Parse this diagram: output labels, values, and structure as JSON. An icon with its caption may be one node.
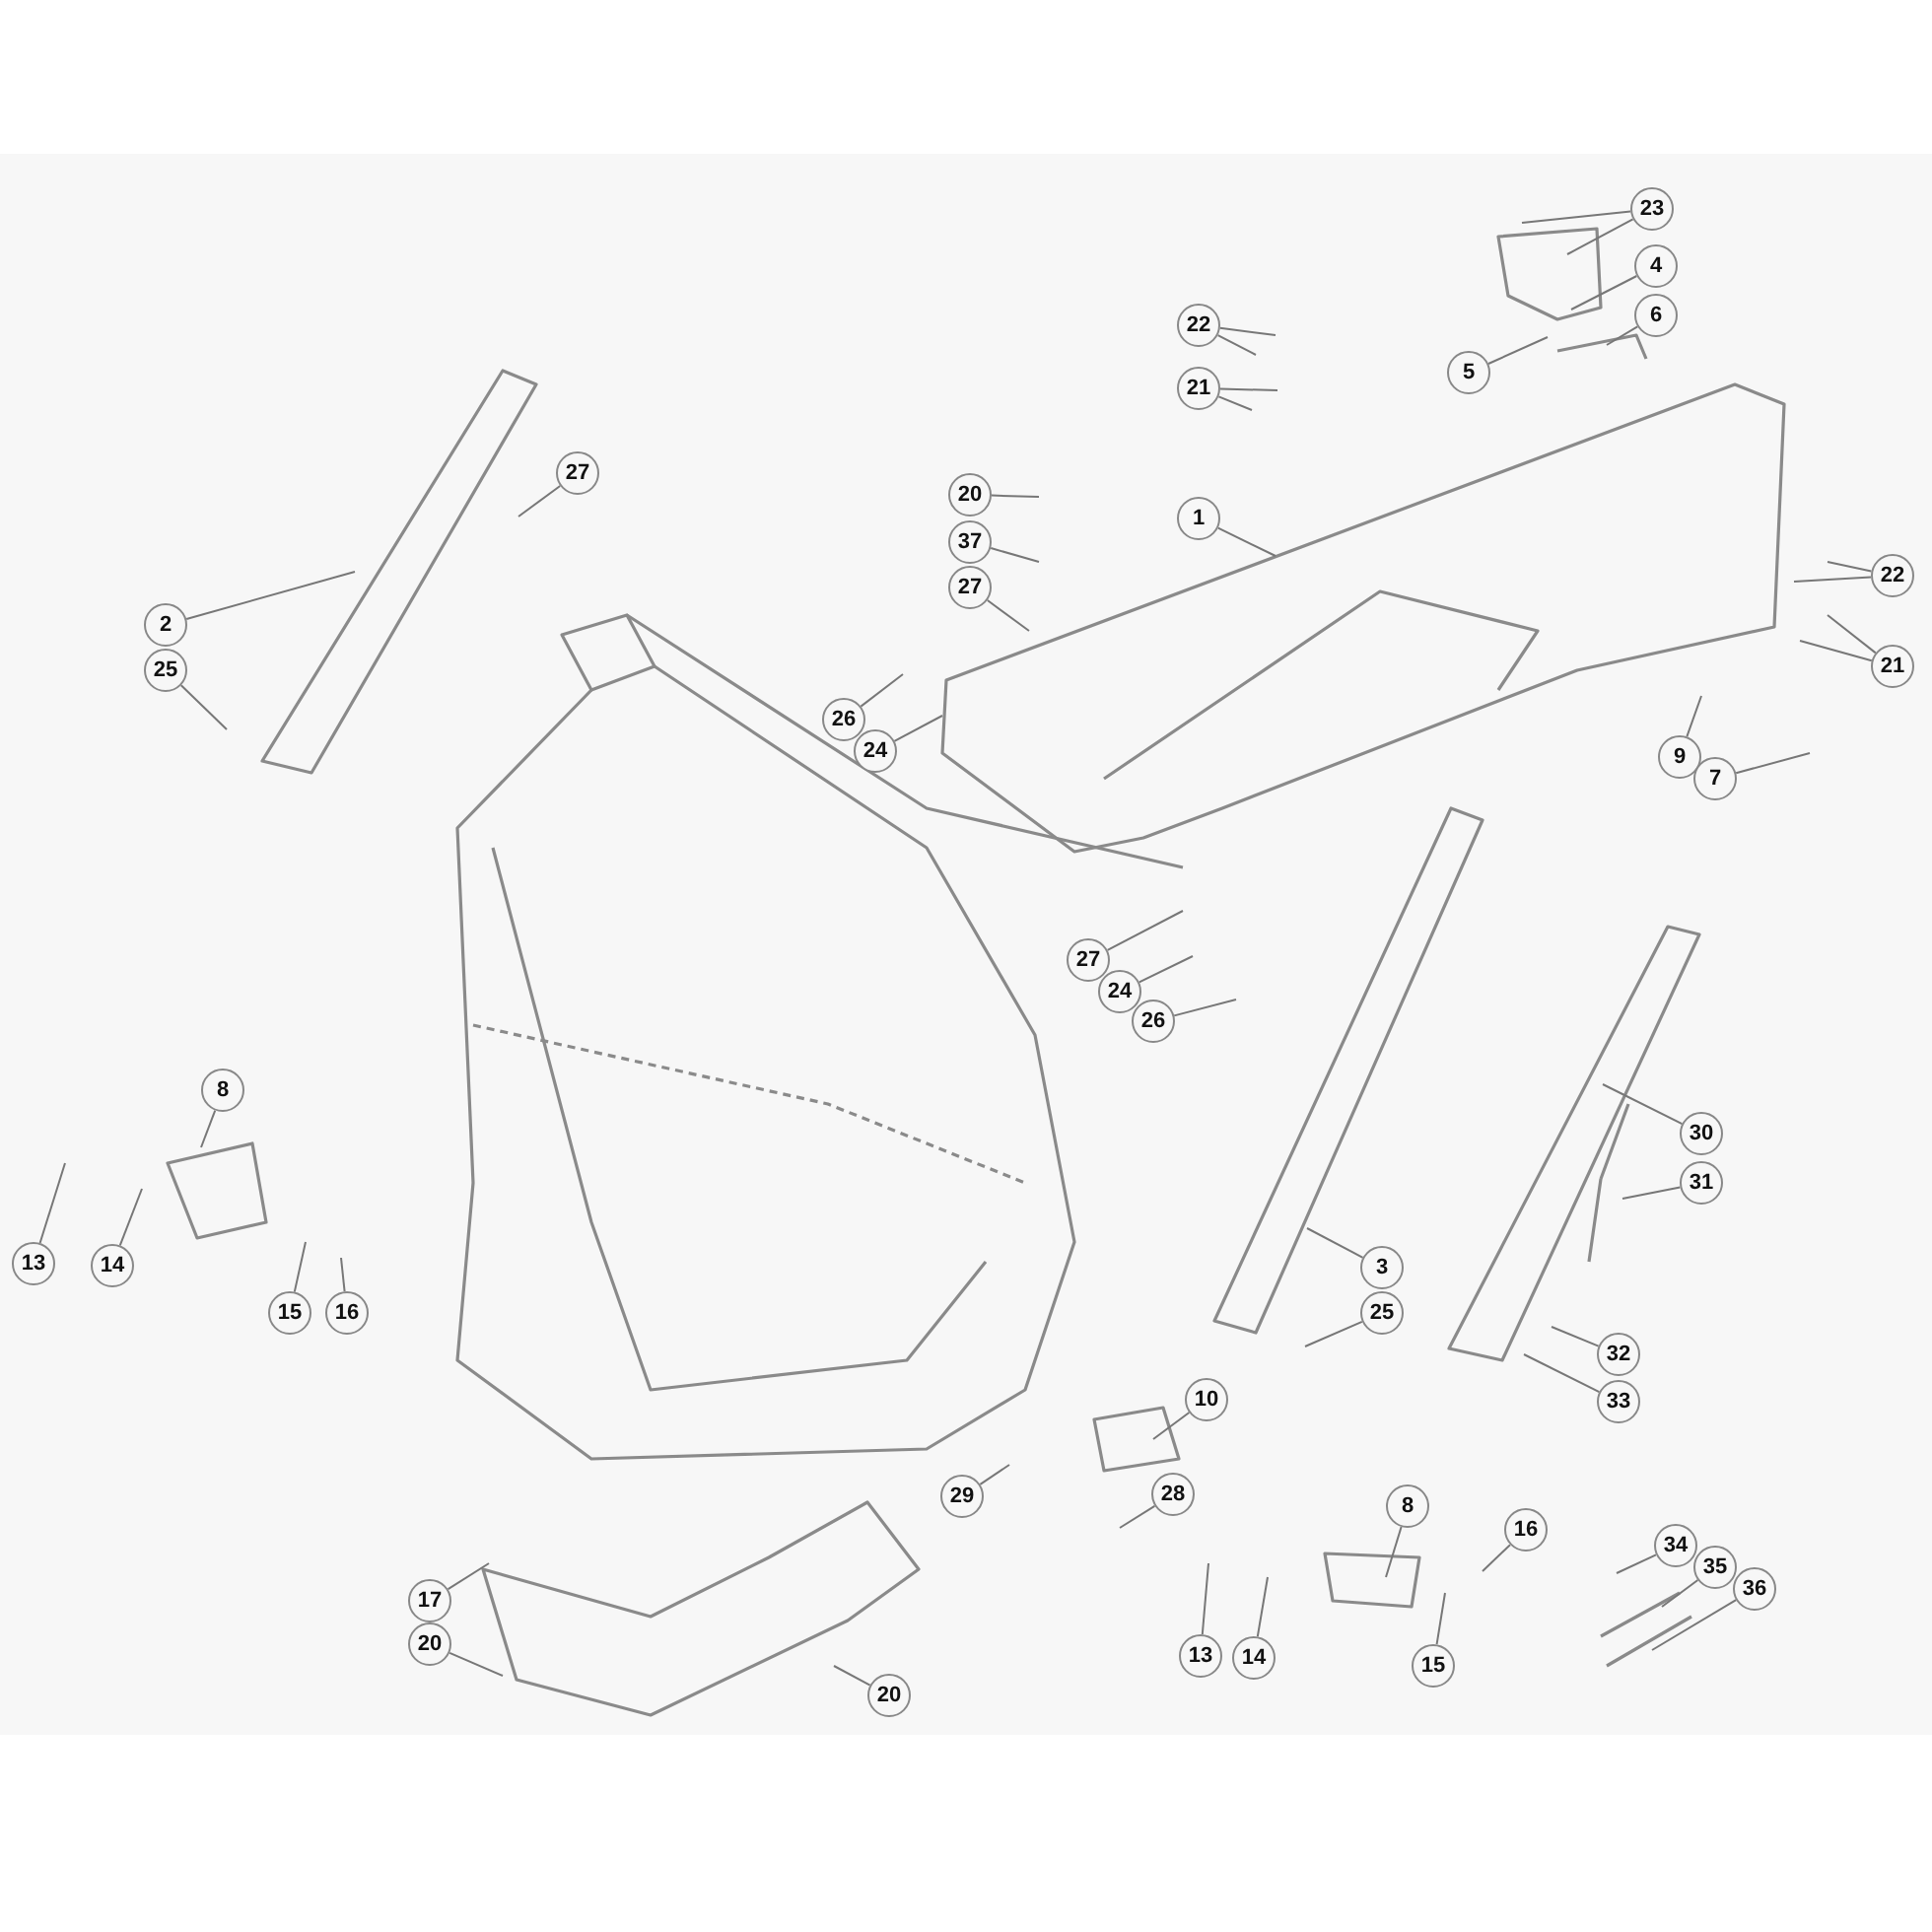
{
  "diagram": {
    "nodes": [
      {
        "text": [
          "23"
        ]
      },
      {
        "text": [
          "4"
        ]
      },
      {
        "text": [
          "6"
        ]
      },
      {
        "text": [
          "22"
        ]
      },
      {
        "text": [
          "5"
        ]
      },
      {
        "text": [
          "21"
        ]
      },
      {
        "text": [
          "27"
        ]
      },
      {
        "text": [
          "20"
        ]
      },
      {
        "text": [
          "1"
        ]
      },
      {
        "text": [
          "37"
        ]
      },
      {
        "text": [
          "22"
        ]
      },
      {
        "text": [
          "27"
        ]
      },
      {
        "text": [
          "2"
        ]
      },
      {
        "text": [
          "21"
        ]
      },
      {
        "text": [
          "25"
        ]
      },
      {
        "text": [
          "26"
        ]
      },
      {
        "text": [
          "24"
        ]
      },
      {
        "text": [
          "9"
        ]
      },
      {
        "text": [
          "7"
        ]
      },
      {
        "text": [
          "27"
        ]
      },
      {
        "text": [
          "24"
        ]
      },
      {
        "text": [
          "26"
        ]
      },
      {
        "text": [
          "8"
        ]
      },
      {
        "text": [
          "30"
        ]
      },
      {
        "text": [
          "31"
        ]
      },
      {
        "text": [
          "13"
        ]
      },
      {
        "text": [
          "14"
        ]
      },
      {
        "text": [
          "3"
        ]
      },
      {
        "text": [
          "15"
        ]
      },
      {
        "text": [
          "16"
        ]
      },
      {
        "text": [
          "25"
        ]
      },
      {
        "text": [
          "32"
        ]
      },
      {
        "text": [
          "10"
        ]
      },
      {
        "text": [
          "33"
        ]
      },
      {
        "text": [
          "28"
        ]
      },
      {
        "text": [
          "29"
        ]
      },
      {
        "text": [
          "8"
        ]
      },
      {
        "text": [
          "16"
        ]
      },
      {
        "text": [
          "34"
        ]
      },
      {
        "text": [
          "35"
        ]
      },
      {
        "text": [
          "36"
        ]
      },
      {
        "text": [
          "17"
        ]
      },
      {
        "text": [
          "20"
        ]
      },
      {
        "text": [
          "13"
        ]
      },
      {
        "text": [
          "14"
        ]
      },
      {
        "text": [
          "15"
        ]
      },
      {
        "text": [
          "20"
        ]
      }
    ],
    "edges": [
      {
        "from": 0,
        "to": null,
        "arrow": "none"
      },
      {
        "from": 0,
        "to": null,
        "arrow": "none"
      },
      {
        "from": 1,
        "to": null,
        "arrow": "none"
      },
      {
        "from": 2,
        "to": null,
        "arrow": "none"
      },
      {
        "from": 3,
        "to": null,
        "arrow": "none"
      },
      {
        "from": 3,
        "to": null,
        "arrow": "none"
      },
      {
        "from": 4,
        "to": null,
        "arrow": "none"
      },
      {
        "from": 5,
        "to": null,
        "arrow": "none"
      },
      {
        "from": 5,
        "to": null,
        "arrow": "none"
      },
      {
        "from": 6,
        "to": null,
        "arrow": "none"
      },
      {
        "from": 7,
        "to": null,
        "arrow": "none"
      },
      {
        "from": 8,
        "to": null,
        "arrow": "none"
      },
      {
        "from": 9,
        "to": null,
        "arrow": "none"
      },
      {
        "from": 10,
        "to": null,
        "arrow": "none"
      },
      {
        "from": 10,
        "to": null,
        "arrow": "none"
      },
      {
        "from": 11,
        "to": null,
        "arrow": "none"
      },
      {
        "from": 12,
        "to": null,
        "arrow": "none"
      },
      {
        "from": 13,
        "to": null,
        "arrow": "none"
      },
      {
        "from": 13,
        "to": null,
        "arrow": "none"
      },
      {
        "from": 14,
        "to": null,
        "arrow": "none"
      },
      {
        "from": 15,
        "to": null,
        "arrow": "none"
      },
      {
        "from": 16,
        "to": null,
        "arrow": "none"
      },
      {
        "from": 17,
        "to": null,
        "arrow": "none"
      },
      {
        "from": 18,
        "to": null,
        "arrow": "none"
      },
      {
        "from": 19,
        "to": null,
        "arrow": "none"
      },
      {
        "from": 20,
        "to": null,
        "arrow": "none"
      },
      {
        "from": 21,
        "to": null,
        "arrow": "none"
      },
      {
        "from": 22,
        "to": null,
        "arrow": "none"
      },
      {
        "from": 23,
        "to": null,
        "arrow": "none"
      },
      {
        "from": 24,
        "to": null,
        "arrow": "none"
      },
      {
        "from": 25,
        "to": null,
        "arrow": "none"
      },
      {
        "from": 26,
        "to": null,
        "arrow": "none"
      },
      {
        "from": 27,
        "to": null,
        "arrow": "none"
      },
      {
        "from": 28,
        "to": null,
        "arrow": "none"
      },
      {
        "from": 29,
        "to": null,
        "arrow": "none"
      },
      {
        "from": 30,
        "to": null,
        "arrow": "none"
      },
      {
        "from": 31,
        "to": null,
        "arrow": "none"
      },
      {
        "from": 32,
        "to": null,
        "arrow": "none"
      },
      {
        "from": 33,
        "to": null,
        "arrow": "none"
      },
      {
        "from": 34,
        "to": null,
        "arrow": "none"
      },
      {
        "from": 35,
        "to": null,
        "arrow": "none"
      },
      {
        "from": 36,
        "to": null,
        "arrow": "none"
      },
      {
        "from": 37,
        "to": null,
        "arrow": "none"
      },
      {
        "from": 38,
        "to": null,
        "arrow": "none"
      },
      {
        "from": 39,
        "to": null,
        "arrow": "none"
      },
      {
        "from": 40,
        "to": null,
        "arrow": "none"
      },
      {
        "from": 41,
        "to": null,
        "arrow": "none"
      },
      {
        "from": 42,
        "to": null,
        "arrow": "none"
      },
      {
        "from": 43,
        "to": null,
        "arrow": "none"
      },
      {
        "from": 44,
        "to": null,
        "arrow": "none"
      },
      {
        "from": 45,
        "to": null,
        "arrow": "none"
      },
      {
        "from": 46,
        "to": null,
        "arrow": "none"
      }
    ]
  }
}
